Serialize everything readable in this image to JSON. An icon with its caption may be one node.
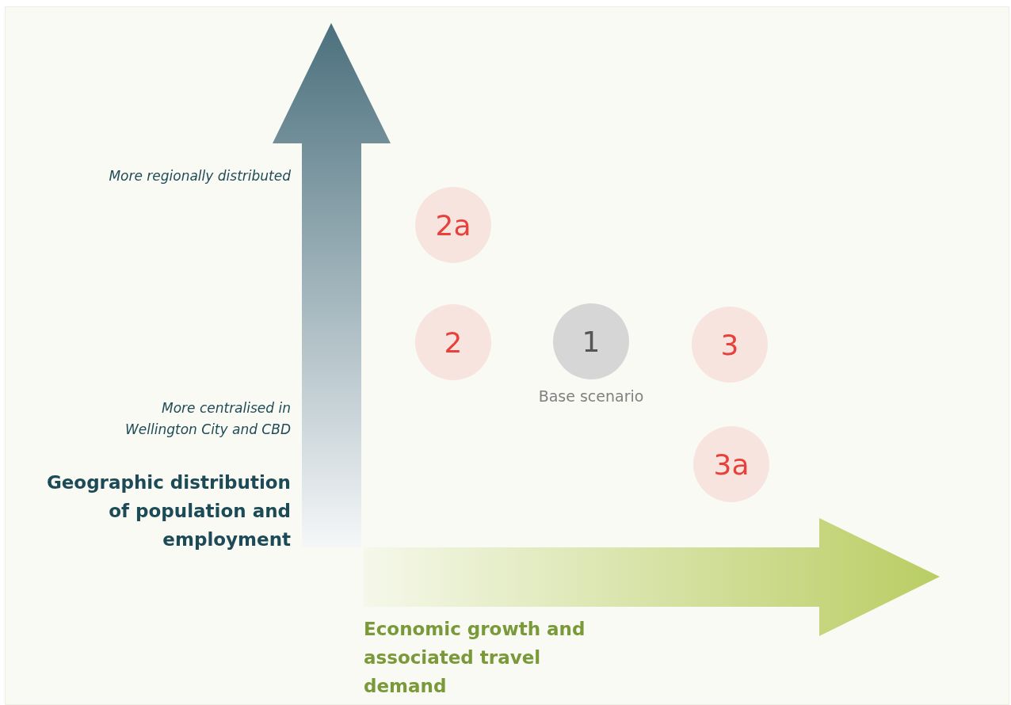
{
  "diagram": {
    "nodes": [
      {
        "text": [
          "2a"
        ]
      },
      {
        "text": [
          "2"
        ]
      },
      {
        "text": [
          "1"
        ],
        "beside": [
          "Base scenario"
        ]
      },
      {
        "text": [
          "3"
        ]
      },
      {
        "text": [
          "3a"
        ]
      }
    ],
    "labels": [
      "More regionally distributed",
      "More centralised in Wellington City and CBD",
      "Geographic distribution of population and employment",
      "Economic growth and associated travel demand"
    ]
  }
}
